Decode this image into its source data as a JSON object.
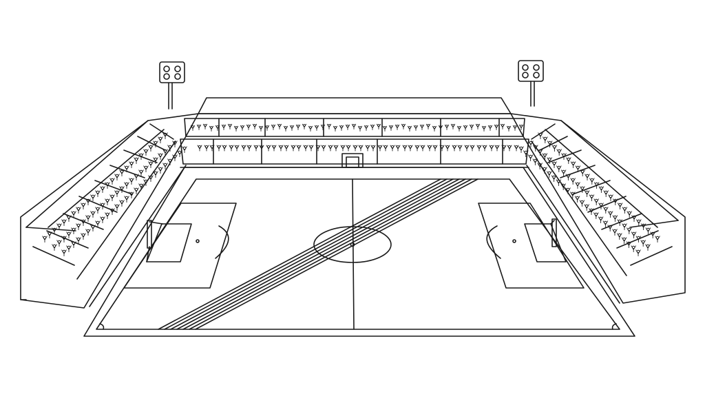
{
  "scene": {
    "subject": "stadium-line-drawing",
    "style": "black outline on white",
    "colors": {
      "background": "#ffffff",
      "ink": "#1a1a1a"
    },
    "floodlights": 2,
    "goals": 2,
    "spectator_rows": 2
  }
}
